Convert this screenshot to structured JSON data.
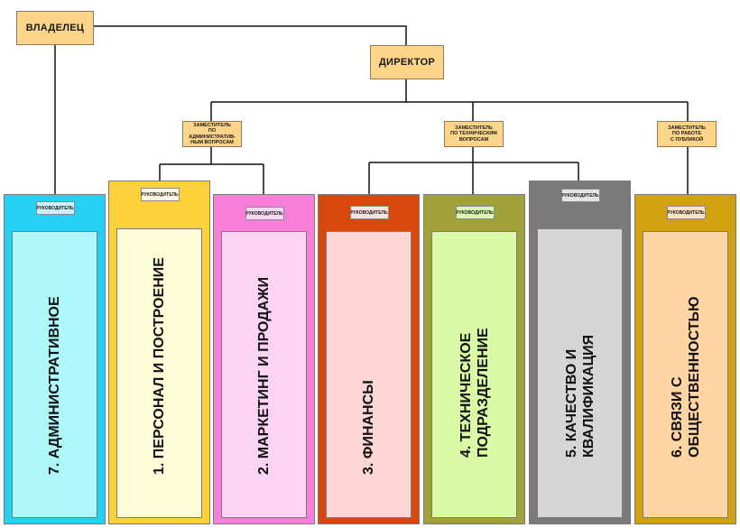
{
  "owner": "ВЛАДЕЛЕЦ",
  "director": "ДИРЕКТОР",
  "deputies": {
    "admin": [
      "ЗАМЕСТИТЕЛЬ",
      "ПО АДМИНИСТРАТИВ-",
      "НЫМ ВОПРОСАМ"
    ],
    "tech": [
      "ЗАМЕСТИТЕЛЬ",
      "ПО ТЕХНИЧЕСКИМ",
      "ВОПРОСАМ"
    ],
    "public": [
      "ЗАМЕСТИТЕЛЬ",
      "ПО РАБОТЕ",
      "С ПУБЛИКОЙ"
    ]
  },
  "head_label": "РУКОВОДИТЕЛЬ",
  "departments": [
    {
      "id": "d7",
      "label_lines": [
        "7. АДМИНИСТРАТИВНОЕ"
      ],
      "outer": "#26d0f5",
      "panel": "#aef8fc",
      "head": "#cdf2fb"
    },
    {
      "id": "d1",
      "label_lines": [
        "1. ПЕРСОНАЛ И ПОСТРОЕНИЕ"
      ],
      "outer": "#fdd13a",
      "panel": "#fffed9",
      "head": "#fffde6"
    },
    {
      "id": "d2",
      "label_lines": [
        "2. МАРКЕТИНГ И ПРОДАЖИ"
      ],
      "outer": "#f77fd9",
      "panel": "#fbd4f4",
      "head": "#fcd6f5"
    },
    {
      "id": "d3",
      "label_lines": [
        "3. ФИНАНСЫ"
      ],
      "outer": "#d8480c",
      "panel": "#ffd6d6",
      "head": "#fde2df"
    },
    {
      "id": "d4",
      "label_lines": [
        "4. ТЕХНИЧЕСКОЕ",
        "ПОДРАЗДЕЛЕНИЕ"
      ],
      "outer": "#a2a23a",
      "panel": "#d9fba6",
      "head": "#dcf7b4"
    },
    {
      "id": "d5",
      "label_lines": [
        "5. КАЧЕСТВО И",
        "КВАЛИФИКАЦИЯ"
      ],
      "outer": "#7a7a7a",
      "panel": "#d6d6d6",
      "head": "#e4e4e4"
    },
    {
      "id": "d6",
      "label_lines": [
        "6. СВЯЗИ С",
        "ОБЩЕСТВЕННОСТЬЮ"
      ],
      "outer": "#d1a10f",
      "panel": "#ffd6a3",
      "head": "#fde3c0"
    }
  ]
}
